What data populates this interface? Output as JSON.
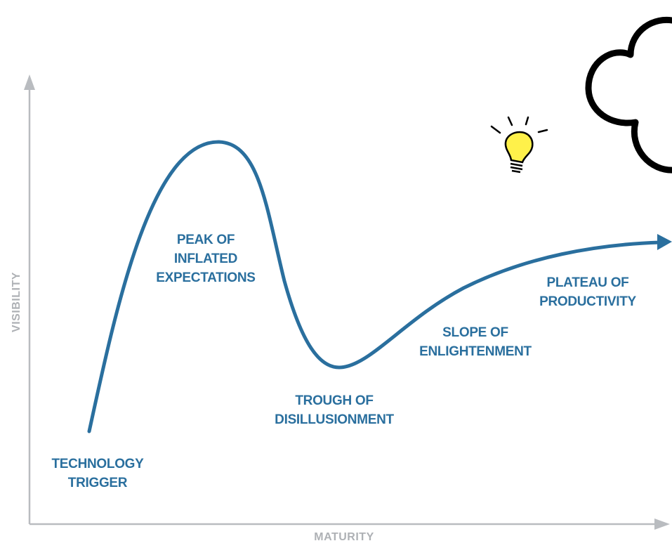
{
  "colors": {
    "curve": "#2a6f9e",
    "label": "#2a6f9e",
    "axis": "#b9bcc0",
    "axis_label": "#aeb1b5",
    "bulb": "#fff14a",
    "outline": "#000000"
  },
  "axes": {
    "y_label": "VISIBILITY",
    "x_label": "MATURITY"
  },
  "phases": [
    {
      "id": "technology-trigger",
      "lines": [
        "TECHNOLOGY",
        "TRIGGER"
      ]
    },
    {
      "id": "peak-of-inflated-expectations",
      "lines": [
        "PEAK OF",
        "INFLATED",
        "EXPECTATIONS"
      ]
    },
    {
      "id": "trough-of-disillusionment",
      "lines": [
        "TROUGH OF",
        "DISILLUSIONMENT"
      ]
    },
    {
      "id": "slope-of-enlightenment",
      "lines": [
        "SLOPE OF",
        "ENLIGHTENMENT"
      ]
    },
    {
      "id": "plateau-of-productivity",
      "lines": [
        "PLATEAU OF",
        "PRODUCTIVITY"
      ]
    }
  ],
  "icons": {
    "bulb": "lightbulb-icon",
    "cloud": "cloud-icon"
  }
}
